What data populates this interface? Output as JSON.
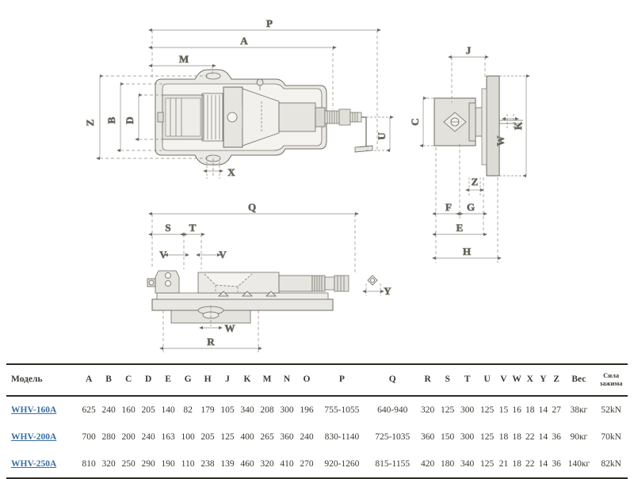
{
  "drawing": {
    "title_note": "",
    "views": [
      {
        "name": "top-view",
        "labels": [
          "P",
          "A",
          "M",
          "Z",
          "B",
          "D",
          "X",
          "U",
          "C"
        ]
      },
      {
        "name": "side-view",
        "labels": [
          "J",
          "C",
          "K",
          "W",
          "Z",
          "F",
          "G",
          "E",
          "H"
        ]
      },
      {
        "name": "front-view",
        "labels": [
          "Q",
          "S",
          "T",
          "V",
          "V",
          "W",
          "R",
          "Y"
        ]
      }
    ],
    "dimension_labels": {
      "P": "P",
      "A": "A",
      "M": "M",
      "Z": "Z",
      "B": "B",
      "D": "D",
      "X": "X",
      "U": "U",
      "C": "C",
      "J": "J",
      "K": "K",
      "W": "W",
      "F": "F",
      "G": "G",
      "E": "E",
      "H": "H",
      "Q": "Q",
      "S": "S",
      "T": "T",
      "V": "V",
      "R": "R",
      "Y": "Y"
    }
  },
  "table": {
    "headers": [
      "Модель",
      "A",
      "B",
      "C",
      "D",
      "E",
      "G",
      "H",
      "J",
      "K",
      "M",
      "N",
      "O",
      "P",
      "Q",
      "R",
      "S",
      "T",
      "U",
      "V",
      "W",
      "X",
      "Y",
      "Z"
    ],
    "header_weight": "Вес",
    "header_force_line1": "Сила",
    "header_force_line2": "зажима",
    "rows": [
      {
        "model": "WHV-160A",
        "values": [
          "625",
          "240",
          "160",
          "205",
          "140",
          "82",
          "179",
          "105",
          "340",
          "208",
          "300",
          "196",
          "755-1055",
          "640-940",
          "320",
          "125",
          "300",
          "125",
          "15",
          "16",
          "18",
          "14",
          "27"
        ],
        "weight": "38кг",
        "force": "52kN"
      },
      {
        "model": "WHV-200A",
        "values": [
          "700",
          "280",
          "200",
          "240",
          "163",
          "100",
          "205",
          "125",
          "400",
          "265",
          "360",
          "240",
          "830-1140",
          "725-1035",
          "360",
          "150",
          "300",
          "125",
          "18",
          "18",
          "22",
          "14",
          "36"
        ],
        "weight": "90кг",
        "force": "70kN"
      },
      {
        "model": "WHV-250A",
        "values": [
          "810",
          "320",
          "250",
          "290",
          "190",
          "110",
          "238",
          "139",
          "460",
          "320",
          "410",
          "270",
          "920-1260",
          "815-1155",
          "420",
          "180",
          "340",
          "125",
          "21",
          "18",
          "22",
          "14",
          "36"
        ],
        "weight": "140кг",
        "force": "82kN"
      }
    ]
  },
  "colors": {
    "link": "#3a6ea5",
    "text": "#3c3a31",
    "rule": "#2b2b24",
    "drawing_line": "#6b6a60",
    "drawing_fill": "#e9e9e6"
  }
}
